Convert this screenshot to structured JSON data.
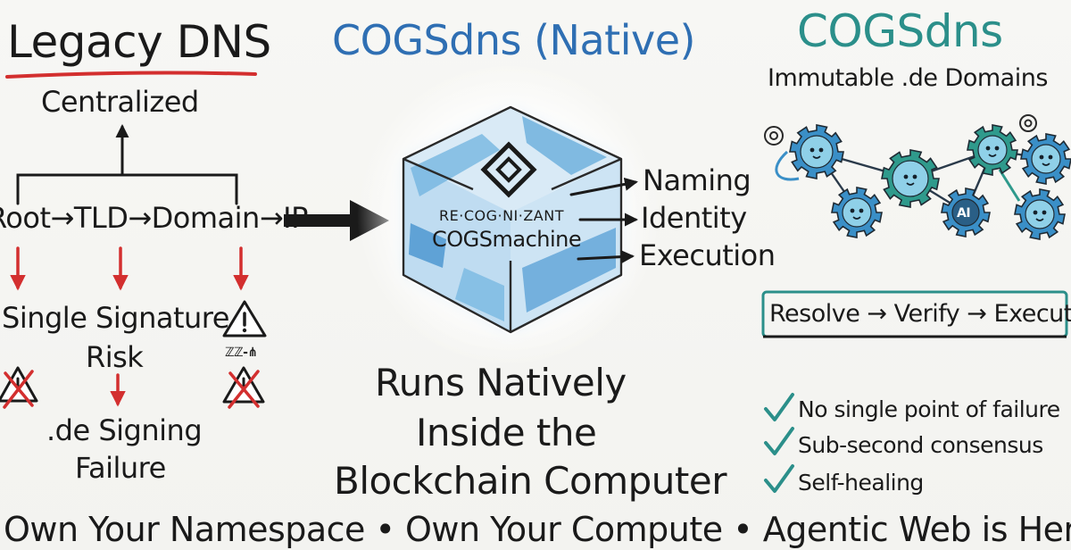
{
  "legacy": {
    "title": "Legacy DNS",
    "centralized": "Centralized",
    "chain": [
      "Root",
      "TLD",
      "Domain",
      "IP"
    ],
    "chain_text": "Root→TLD→Domain→IP",
    "single_signature_line1": "Single Signature",
    "single_signature_line2": "Risk",
    "glitch_text": "ℤℤ-⋔",
    "de_signing_line1": ".de Signing",
    "de_signing_line2": "Failure"
  },
  "native": {
    "title": "COGSdns (Native)",
    "cube_brand": "RE·COG·NI·ZANT",
    "cube_product": "COGSmachine",
    "outputs": [
      "Naming",
      "Identity",
      "Execution"
    ],
    "runs_line1": "Runs Natively",
    "runs_line2": "Inside the",
    "runs_line3": "Blockchain Computer"
  },
  "cogsdns": {
    "title": "COGSdns",
    "subtitle": "Immutable .de Domains",
    "ai_label": "AI",
    "flow_text": "Resolve → Verify → Execute",
    "benefits": [
      "No single point of failure",
      "Sub-second consensus",
      "Self-healing"
    ]
  },
  "footer": {
    "text": "Own Your Namespace • Own Your Compute • Agentic Web is Here"
  },
  "colors": {
    "ink": "#1a1a1a",
    "red": "#d32f2f",
    "blue": "#2f6fb3",
    "teal": "#2b8f8a",
    "cube_blue": "#6fb3df",
    "gear_blue": "#3a8fc7",
    "gear_teal": "#2f9a8c"
  }
}
